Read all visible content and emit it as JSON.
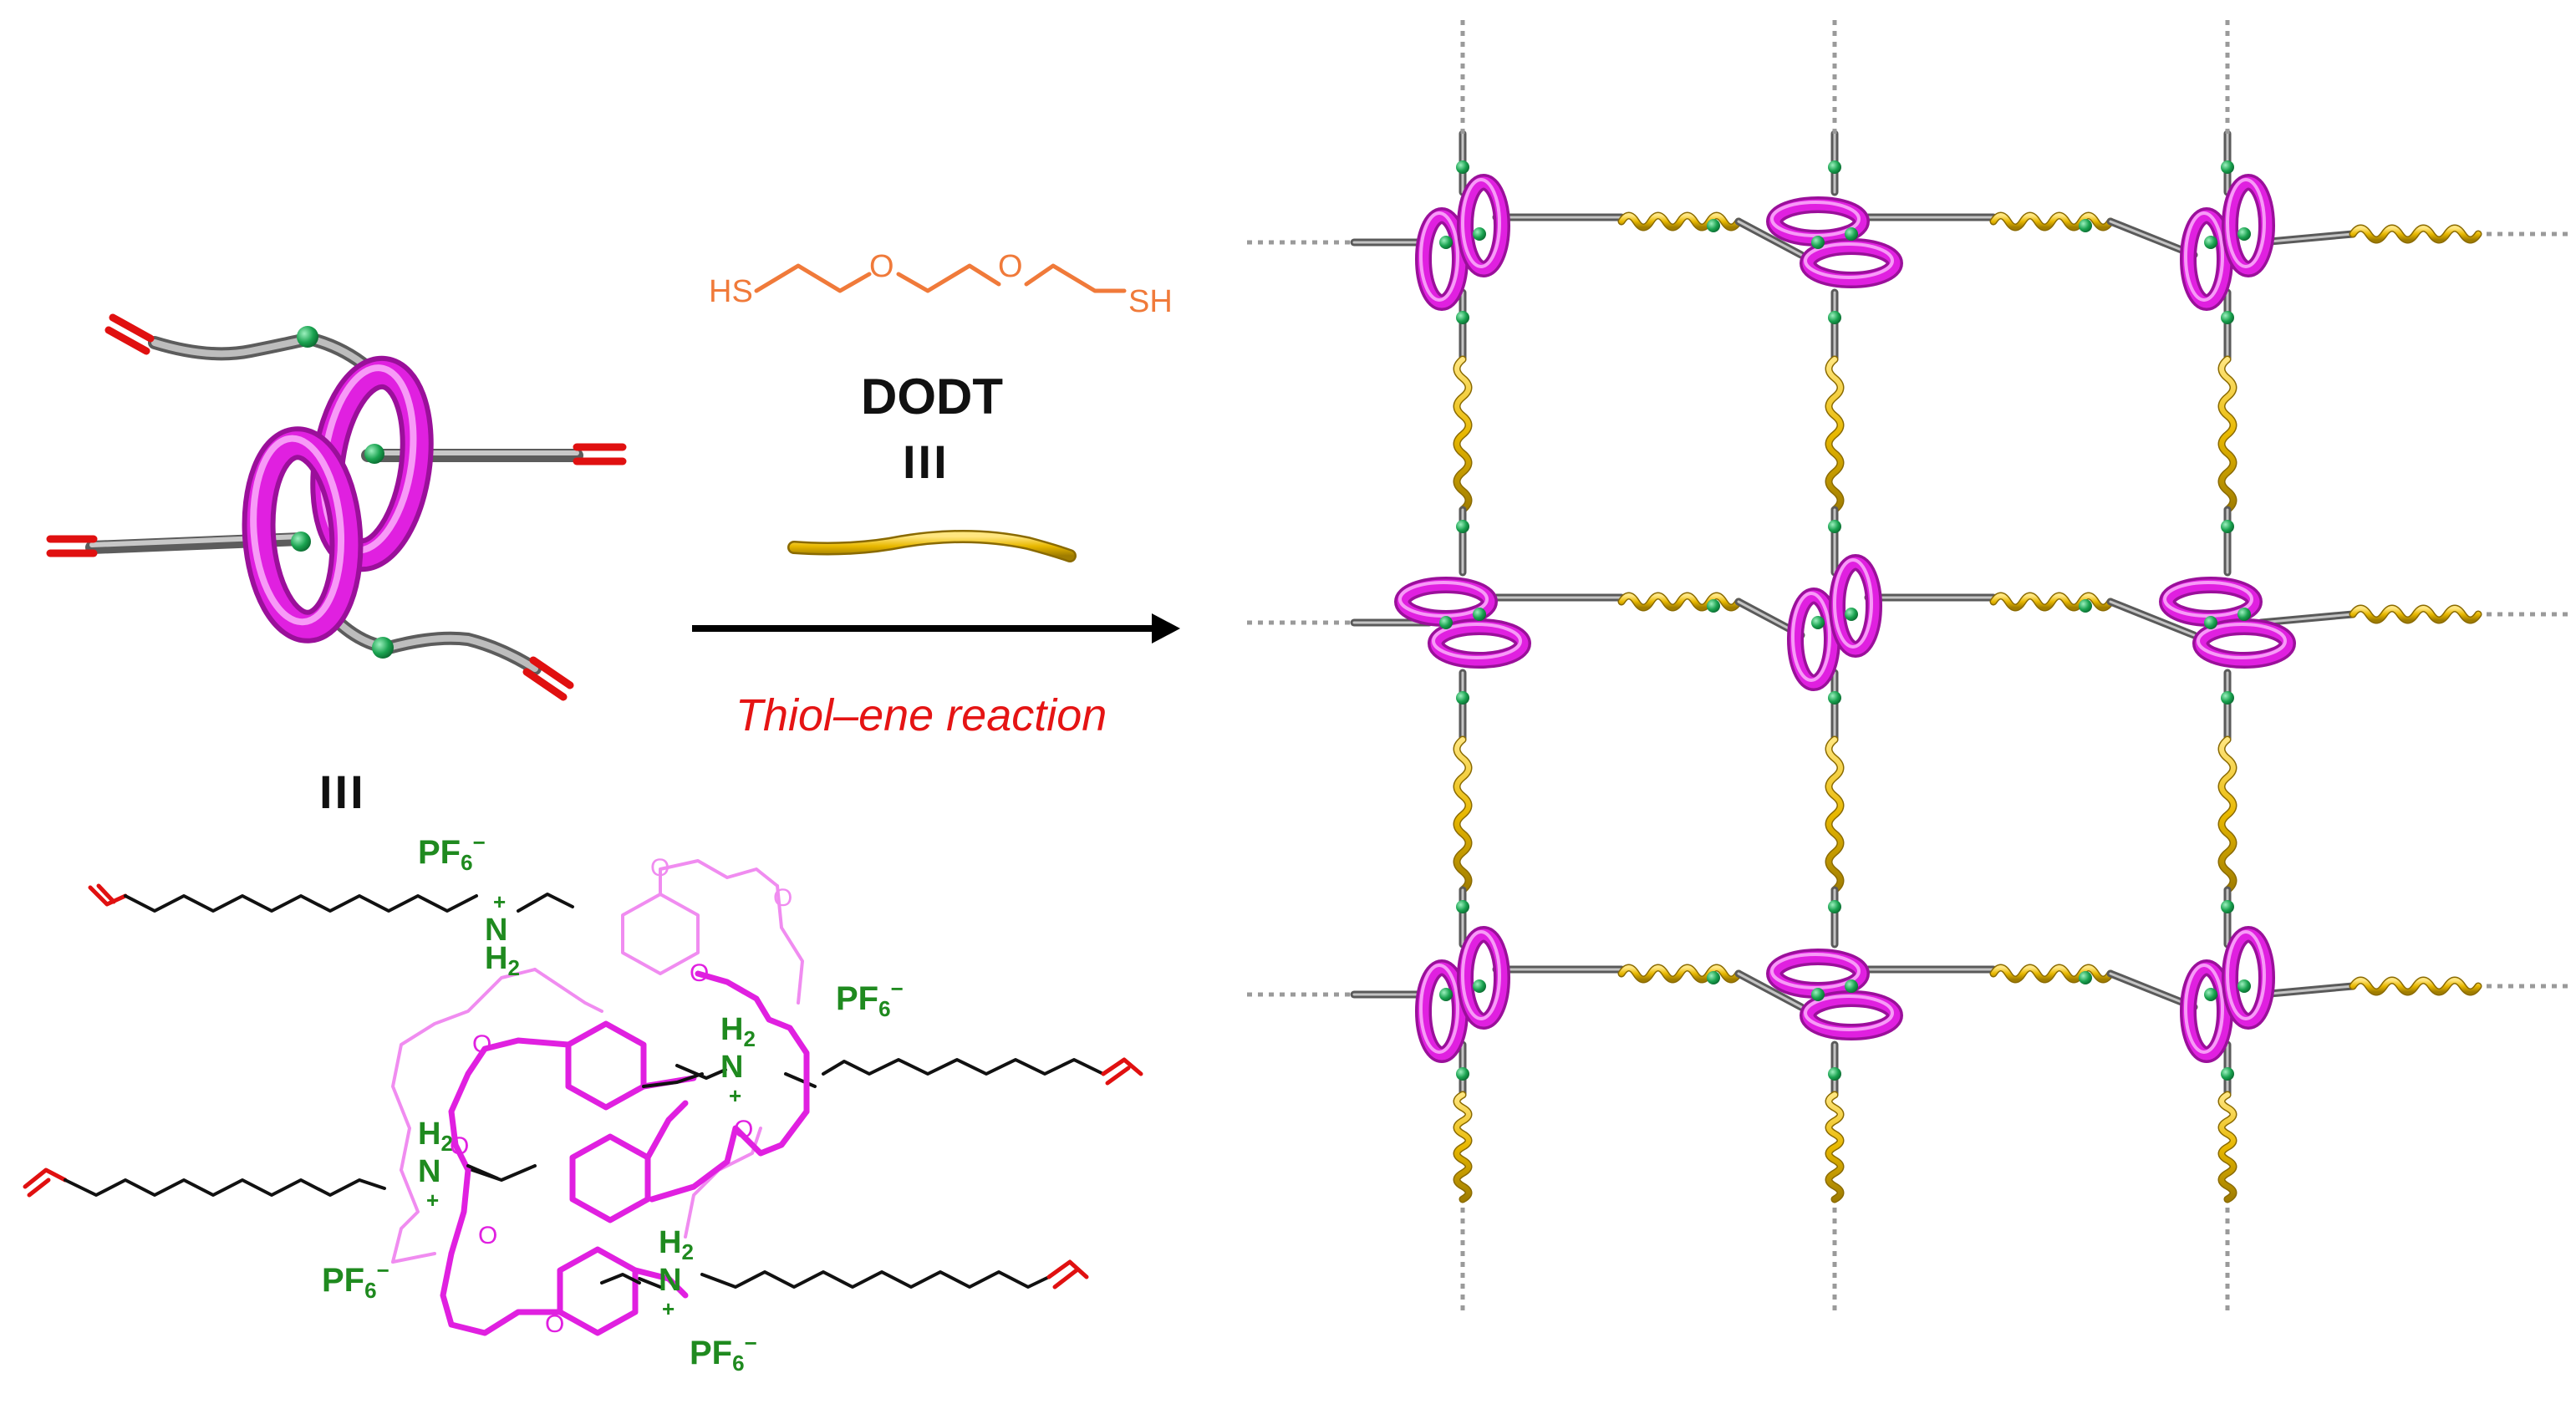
{
  "reagent": {
    "structure_left": "HS",
    "structure_right": "SH",
    "oxygen": "O",
    "name": "DODT",
    "equivalence": "III",
    "color": "#f07a3a",
    "rod_color": "#e8b800"
  },
  "reaction": {
    "label": "Thiol–ene reaction",
    "label_color": "#e51414"
  },
  "left_panel": {
    "equivalence": "III",
    "ring_color": "#e020e0",
    "rod_color": "#8a8a8a",
    "alkene_color": "#e01010",
    "node_color": "#1aa350"
  },
  "chemical": {
    "counterion": "PF",
    "counterion_sub": "6",
    "counterion_sup": "−",
    "nitrogen": "N",
    "hydrogen": "H",
    "hydrogen_sub": "2",
    "charge": "+",
    "oxygen": "O",
    "label_color": "#1f8a1f"
  },
  "network": {
    "ring_color": "#e020e0",
    "linker_color": "#e8b800",
    "rod_color": "#8a8a8a",
    "node_color": "#1aa350",
    "dashed_color": "#9a9a9a"
  }
}
